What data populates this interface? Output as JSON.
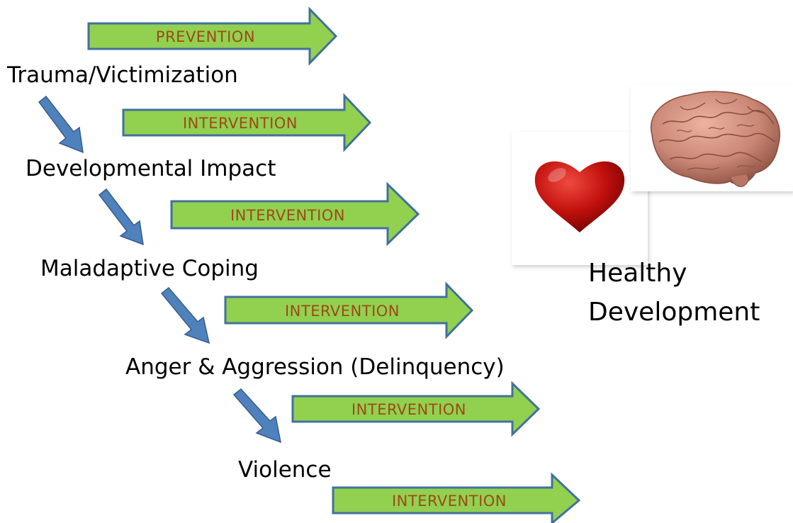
{
  "stages": [
    "Trauma/Victimization",
    "Developmental Impact",
    "Maladaptive Coping",
    "Anger & Aggression (Delinquency)",
    "Violence"
  ],
  "arrows": [
    "PREVENTION",
    "INTERVENTION",
    "INTERVENTION",
    "INTERVENTION",
    "INTERVENTION",
    "INTERVENTION"
  ],
  "outcome": {
    "line1": "Healthy",
    "line2": "Development",
    "heart_icon": "heart-icon",
    "brain_icon": "brain-icon"
  },
  "colors": {
    "arrow_fill": "#92d050",
    "arrow_stroke": "#41719c",
    "arrow_text": "#9c4a16",
    "down_arrow": "#4f81bd",
    "heart": "#c00000",
    "brain": "#c98774"
  }
}
